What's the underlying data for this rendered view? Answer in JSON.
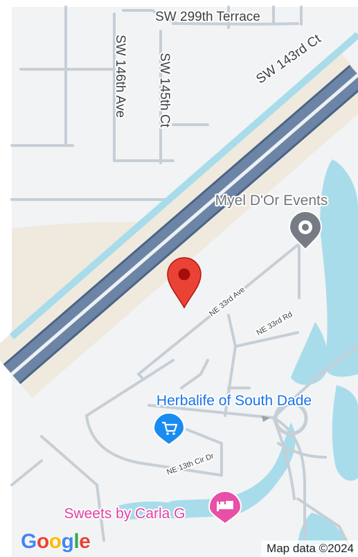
{
  "map": {
    "streets": {
      "sw_299th_terrace": "SW 299th Terrace",
      "sw_143rd_ct": "SW 143rd Ct",
      "sw_146th_ave": "SW 146th Ave",
      "sw_145th_ct": "SW 145th Ct",
      "ne_33rd_ave": "NE 33rd Ave",
      "ne_33rd_rd": "NE 33rd Rd",
      "ne_13th_cir_dr": "NE 13th Cir Dr"
    },
    "places": {
      "myel_dor": "Myel D'Or Events",
      "herbalife": "Herbalife of South Dade",
      "sweets": "Sweets by Carla G"
    },
    "attribution": "Map data ©2024",
    "logo": {
      "letters": [
        "G",
        "o",
        "o",
        "g",
        "l",
        "e"
      ]
    },
    "colors": {
      "land": "#f1f3f4",
      "road": "#c6ced6",
      "highway": "#6c84a6",
      "highway_edge": "#4c6485",
      "water": "#a8dcea",
      "sand": "#efe9de",
      "pin": "#ea4335",
      "shopping_pin": "#1a8bf0",
      "lodging_pin": "#e84fa6",
      "poi_gray": "#757c84",
      "herbalife_text": "#1a73e8",
      "sweets_text": "#e440a4",
      "g_blue": "#4285f4",
      "g_red": "#ea4335",
      "g_yellow": "#fbbc05",
      "g_green": "#34a853"
    }
  }
}
